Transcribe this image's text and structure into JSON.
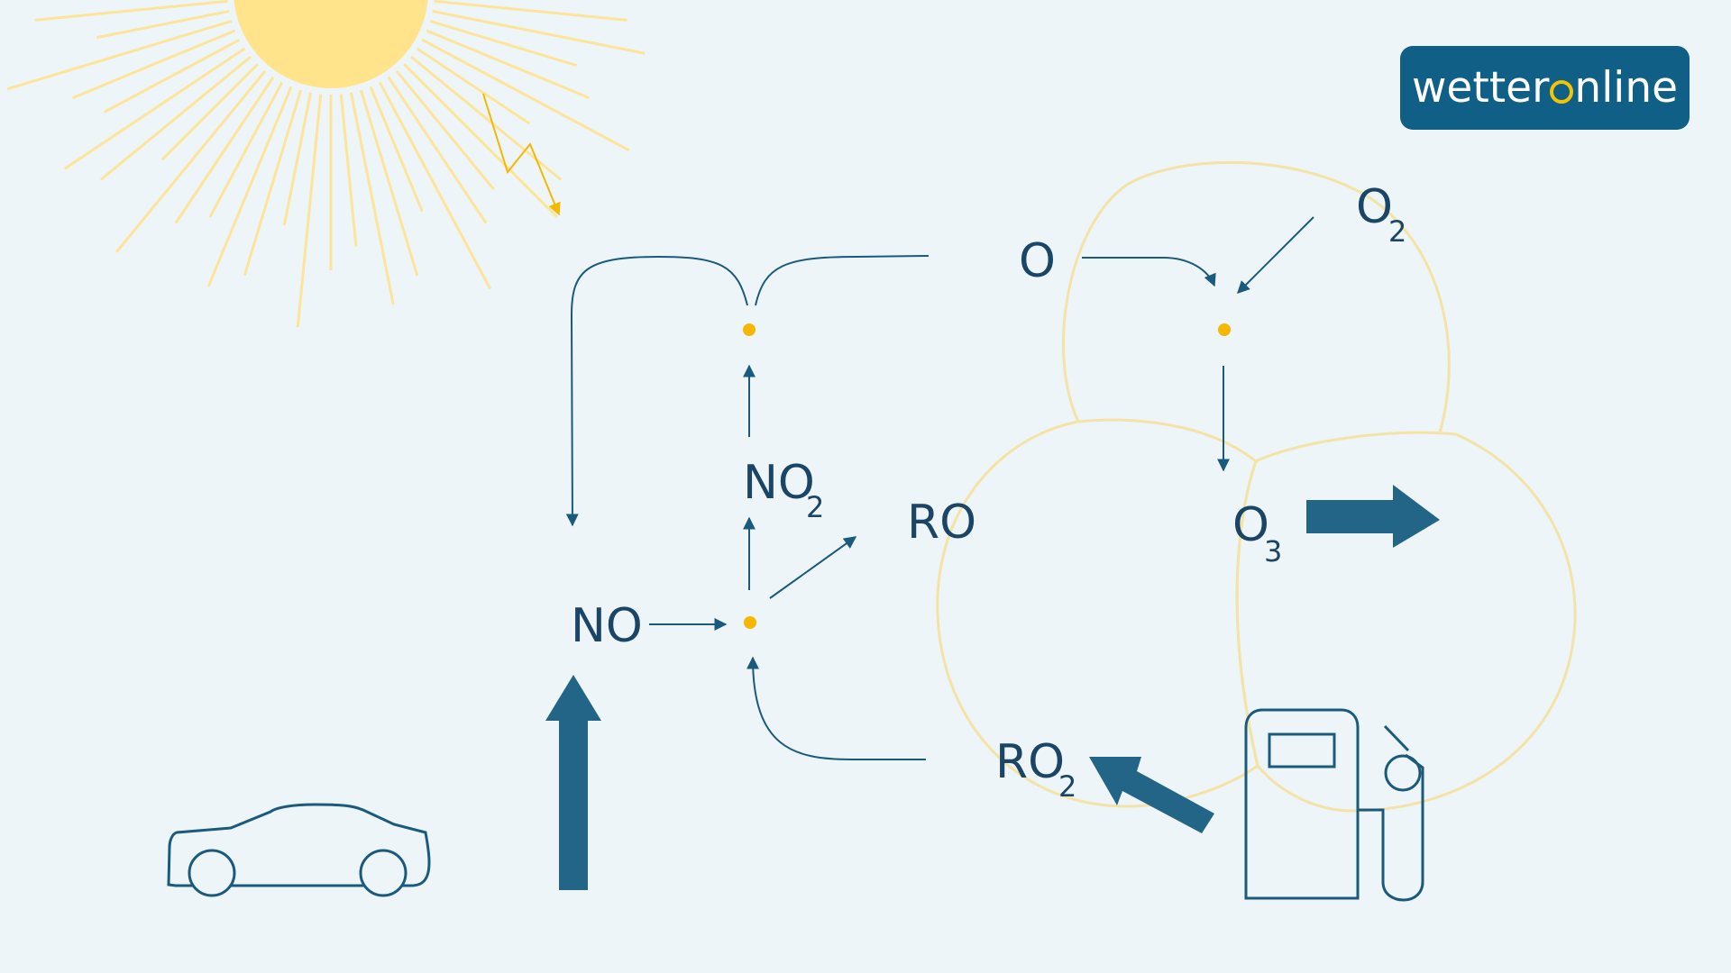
{
  "logo": {
    "part1": "wetter",
    "part2": "nline"
  },
  "species": {
    "o": "O",
    "o2": {
      "base": "O",
      "sub": "2"
    },
    "no2": {
      "base": "NO",
      "sub": "2"
    },
    "ro": "RO",
    "o3": {
      "base": "O",
      "sub": "3"
    },
    "no": "NO",
    "ro2": {
      "base": "RO",
      "sub": "2"
    }
  },
  "colors": {
    "background": "#eef5f8",
    "primary": "#1a4566",
    "arrow": "#226587",
    "accent": "#f5b800",
    "sun": "#ffe38a",
    "circle": "#f3e3a6",
    "logo_bg": "#0f5f86"
  },
  "icons": [
    "sun-icon",
    "lightning-icon",
    "car-icon",
    "fuel-pump-icon"
  ]
}
